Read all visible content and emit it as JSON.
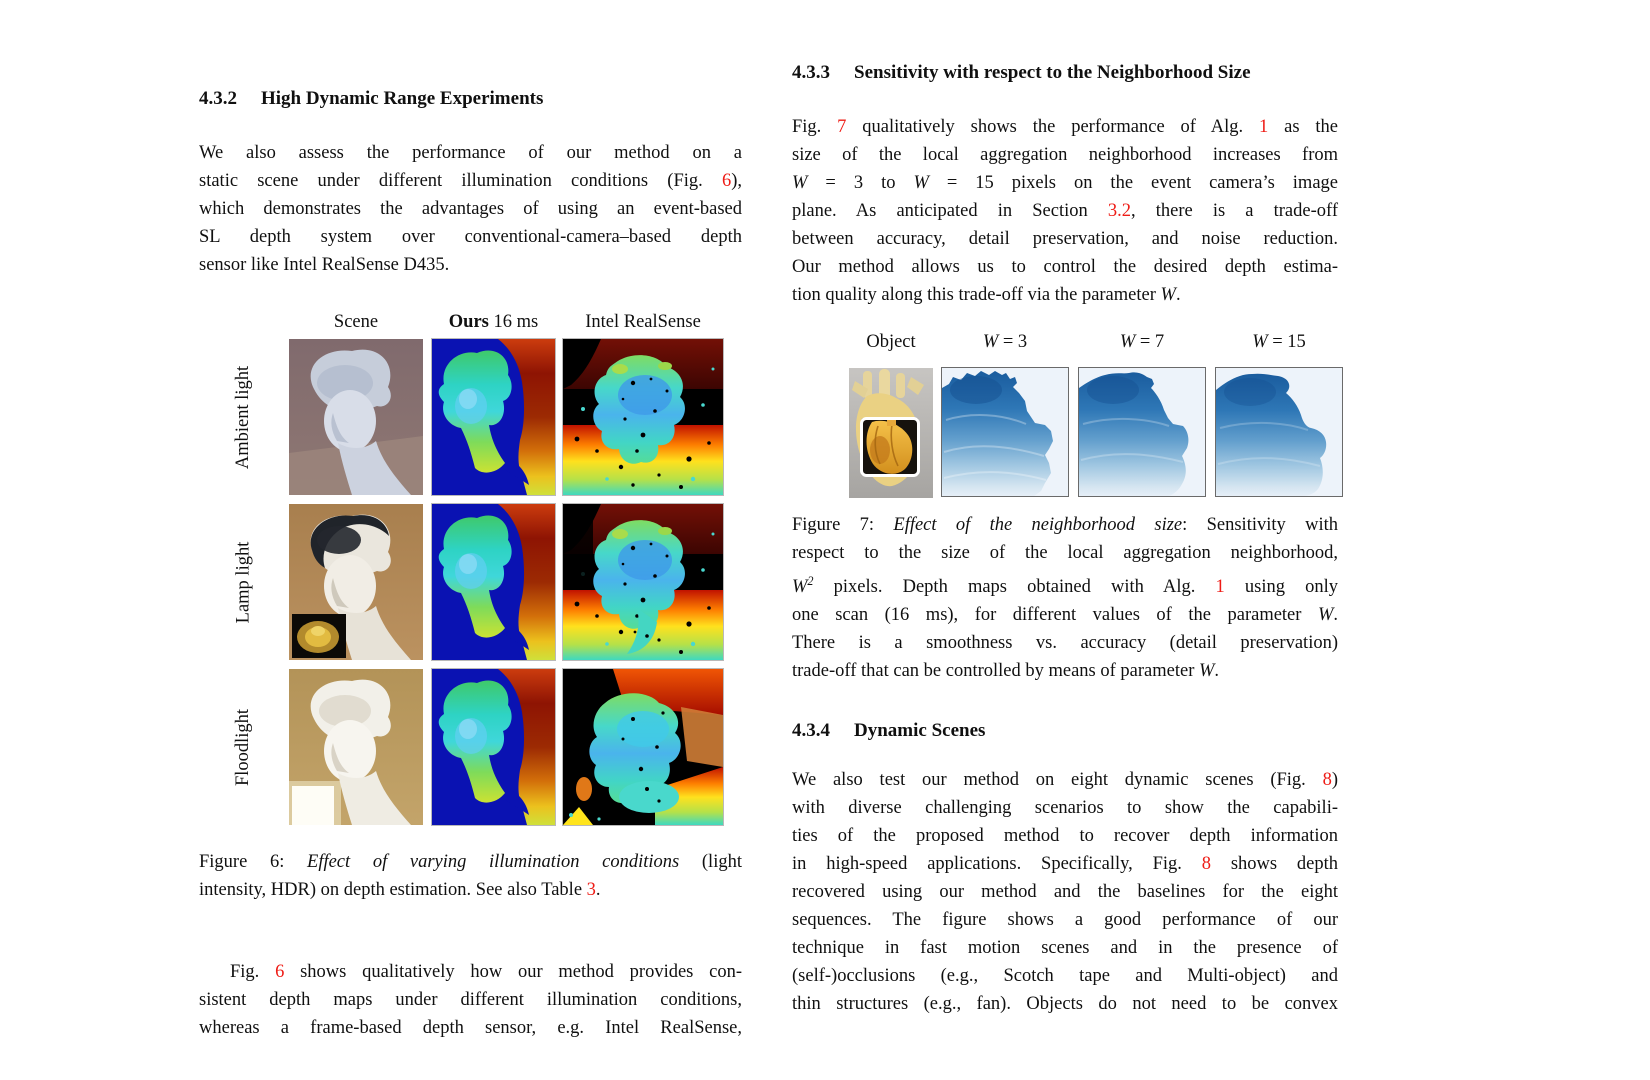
{
  "colors": {
    "accent_red": "#ee1c16",
    "page_background": "#ffffff"
  },
  "left_column": {
    "section_heading": {
      "number": "4.3.2",
      "title": "High Dynamic Range Experiments"
    },
    "paragraph1": {
      "continues": false,
      "lines": [
        {
          "segs": [
            {
              "t": "We also assess the performance of our method on a"
            }
          ]
        },
        {
          "segs": [
            {
              "t": "static scene under different illumination conditions (Fig. "
            },
            {
              "t": "6",
              "c": "r"
            },
            {
              "t": "),"
            }
          ]
        },
        {
          "segs": [
            {
              "t": "which demonstrates the advantages of using an event-based"
            }
          ]
        },
        {
          "segs": [
            {
              "t": "SL depth system over conventional-camera–based depth"
            }
          ]
        },
        {
          "segs": [
            {
              "t": "sensor like Intel RealSense D435."
            }
          ]
        }
      ]
    },
    "figure6": {
      "column_headers": [
        {
          "segs": [
            {
              "t": "Scene"
            }
          ]
        },
        {
          "segs": [
            {
              "t": "Ours",
              "c": "b"
            },
            {
              "t": " 16 ms"
            }
          ]
        },
        {
          "segs": [
            {
              "t": "Intel RealSense"
            }
          ]
        }
      ],
      "row_labels": [
        "Ambient light",
        "Lamp light",
        "Floodlight"
      ],
      "caption": {
        "continues": false,
        "lines": [
          {
            "segs": [
              {
                "t": "Figure 6: "
              },
              {
                "t": "Effect of varying illumination conditions",
                "c": "i"
              },
              {
                "t": " (light"
              }
            ]
          },
          {
            "segs": [
              {
                "t": "intensity, HDR) on depth estimation. See also Table "
              },
              {
                "t": "3",
                "c": "r"
              },
              {
                "t": "."
              }
            ]
          }
        ]
      }
    },
    "paragraph2": {
      "continues": true,
      "lines": [
        {
          "ind": true,
          "segs": [
            {
              "t": "Fig. "
            },
            {
              "t": "6",
              "c": "r"
            },
            {
              "t": " shows qualitatively how our method provides con-"
            }
          ]
        },
        {
          "segs": [
            {
              "t": "sistent depth maps under different illumination conditions,"
            }
          ]
        },
        {
          "segs": [
            {
              "t": "whereas a frame-based depth sensor, e.g. Intel RealSense,"
            }
          ]
        }
      ]
    }
  },
  "right_column": {
    "section_heading_433": {
      "number": "4.3.3",
      "title": "Sensitivity with respect to the Neighborhood Size"
    },
    "paragraph1": {
      "continues": false,
      "lines": [
        {
          "segs": [
            {
              "t": "Fig. "
            },
            {
              "t": "7",
              "c": "r"
            },
            {
              "t": " qualitatively shows the performance of Alg. "
            },
            {
              "t": "1",
              "c": "r"
            },
            {
              "t": " as the"
            }
          ]
        },
        {
          "segs": [
            {
              "t": "size of the local aggregation neighborhood increases from"
            }
          ]
        },
        {
          "segs": [
            {
              "t": "W",
              "c": "m"
            },
            {
              "t": " = 3 to "
            },
            {
              "t": "W",
              "c": "m"
            },
            {
              "t": " = 15 pixels on the event camera’s image"
            }
          ]
        },
        {
          "segs": [
            {
              "t": "plane. As anticipated in Section "
            },
            {
              "t": "3.2",
              "c": "r"
            },
            {
              "t": ", there is a trade-off"
            }
          ]
        },
        {
          "segs": [
            {
              "t": "between accuracy, detail preservation, and noise reduction."
            }
          ]
        },
        {
          "segs": [
            {
              "t": "Our method allows us to control the desired depth estima-"
            }
          ]
        },
        {
          "segs": [
            {
              "t": "tion quality along this trade-off via the parameter "
            },
            {
              "t": "W",
              "c": "m"
            },
            {
              "t": "."
            }
          ]
        }
      ]
    },
    "figure7": {
      "column_headers": [
        {
          "segs": [
            {
              "t": "Object"
            }
          ]
        },
        {
          "segs": [
            {
              "t": "W",
              "c": "m"
            },
            {
              "t": " = 3"
            }
          ]
        },
        {
          "segs": [
            {
              "t": "W",
              "c": "m"
            },
            {
              "t": " = 7"
            }
          ]
        },
        {
          "segs": [
            {
              "t": "W",
              "c": "m"
            },
            {
              "t": " = 15"
            }
          ]
        }
      ],
      "caption": {
        "continues": false,
        "lines": [
          {
            "segs": [
              {
                "t": "Figure 7: "
              },
              {
                "t": "Effect of the neighborhood size",
                "c": "i"
              },
              {
                "t": ": Sensitivity with"
              }
            ]
          },
          {
            "segs": [
              {
                "t": "respect to the size of the local aggregation neighborhood,"
              }
            ]
          },
          {
            "segs": [
              {
                "t": "W",
                "c": "m"
              },
              {
                "t": "2",
                "c": "m sup"
              },
              {
                "t": " pixels. Depth maps obtained with Alg. "
              },
              {
                "t": "1",
                "c": "r"
              },
              {
                "t": " using only"
              }
            ]
          },
          {
            "segs": [
              {
                "t": "one scan (16 ms), for different values of the parameter "
              },
              {
                "t": "W",
                "c": "m"
              },
              {
                "t": "."
              }
            ]
          },
          {
            "segs": [
              {
                "t": "There is a smoothness vs. accuracy (detail preservation)"
              }
            ]
          },
          {
            "segs": [
              {
                "t": "trade-off that can be controlled by means of parameter "
              },
              {
                "t": "W",
                "c": "m"
              },
              {
                "t": "."
              }
            ]
          }
        ]
      }
    },
    "section_heading_434": {
      "number": "4.3.4",
      "title": "Dynamic Scenes"
    },
    "paragraph2": {
      "continues": true,
      "lines": [
        {
          "segs": [
            {
              "t": "We also test our method on eight dynamic scenes (Fig. "
            },
            {
              "t": "8",
              "c": "r"
            },
            {
              "t": ")"
            }
          ]
        },
        {
          "segs": [
            {
              "t": "with diverse challenging scenarios to show the capabili-"
            }
          ]
        },
        {
          "segs": [
            {
              "t": "ties of the proposed method to recover depth information"
            }
          ]
        },
        {
          "segs": [
            {
              "t": "in high-speed applications. Specifically, Fig. "
            },
            {
              "t": "8",
              "c": "r"
            },
            {
              "t": " shows depth"
            }
          ]
        },
        {
          "segs": [
            {
              "t": "recovered using our method and the baselines for the eight"
            }
          ]
        },
        {
          "segs": [
            {
              "t": "sequences. The figure shows a good performance of our"
            }
          ]
        },
        {
          "segs": [
            {
              "t": "technique in fast motion scenes and in the presence of"
            }
          ]
        },
        {
          "segs": [
            {
              "t": "(self-)occlusions (e.g., Scotch tape and Multi-object) and"
            }
          ]
        },
        {
          "segs": [
            {
              "t": "thin structures (e.g., fan). Objects do not need to be convex"
            }
          ]
        }
      ]
    }
  }
}
